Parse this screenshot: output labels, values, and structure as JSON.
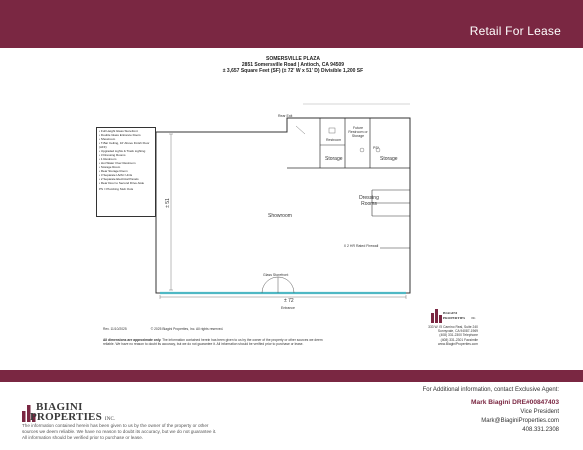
{
  "header": {
    "title": "Retail For Lease"
  },
  "sheet": {
    "property": "SOMERSVILLE PLAZA",
    "address": "2851 Somersville Road | Antioch, CA 94509",
    "size": "± 3,657 Square Feet (SF) (± 72' W x 51' D) Divisible 1,200 SF"
  },
  "features": [
    "• Full Height Glass Storefront",
    "• Double Glass Entrance Doors",
    "• Showroom",
    "• T-Bar Ceiling, 10' Above Finish Floor (AFF)",
    "• Upgraded Lights & Track Lighting",
    "• 3 Dressing Rooms",
    "• 1 Restroom",
    "• Hot Water Over Restroom",
    "• Storage Room",
    "• Rear Storage Room",
    "• 3 Separate HVAC Units",
    "• 2 Separate Electrical Panels",
    "• Rear Door to Second Drive Aisle",
    "PS = Plumbing Stub Outs"
  ],
  "plan": {
    "rear_exit": "Rear Exit",
    "restroom": "Restroom",
    "future_restroom": "Future Restroom or Storage",
    "ps": "PS*",
    "storage_left": "Storage",
    "storage_right": "Storage",
    "dressing_rooms": "Dressing Rooms",
    "showroom": "Showroom",
    "firewall": "X 2 HR Rated Firewall",
    "storefront": "Glass Storefront",
    "width": "± 72",
    "depth": "± 51",
    "entrance": "Entrance"
  },
  "foot": {
    "rev": "Rev. 11/10/2025",
    "copyright": "© 2025 Biagini Properties, Inc. All rights reserved.",
    "approx": "All dimensions are approximate only.",
    "approx_rest": "The information contained herein has been given to us by the owner of the property or other sources we deem reliable. We have no reason to doubt its accuracy, but we do not guarantee it. All information should be verified prior to purchase or lease."
  },
  "mini_contact": [
    "333 W. El Camino Real, Suite 240",
    "Sunnyvale, CA 94087-1969",
    "(408) 331-2300 Telephone",
    "(408) 331-2301 Facsimile",
    "www.BiaginiProperties.com"
  ],
  "logo": {
    "word1": "BIAGINI",
    "word2": "PROPERTIES",
    "inc": "INC."
  },
  "disclaimer": "The information contained herein has been given to us by the owner of the property or other sources we deem reliable. We have no reason to doubt its accuracy, but we do not guarantee it. All information should be verified prior to purchase or lease.",
  "contact": {
    "intro": "For Additional information, contact Exclusive Agent:",
    "name": "Mark Biagini DRE#00847403",
    "title": "Vice President",
    "email": "Mark@BiaginiProperties.com",
    "phone": "408.331.2308"
  },
  "colors": {
    "brand": "#7a2742",
    "storefront": "#4fb8c4"
  }
}
